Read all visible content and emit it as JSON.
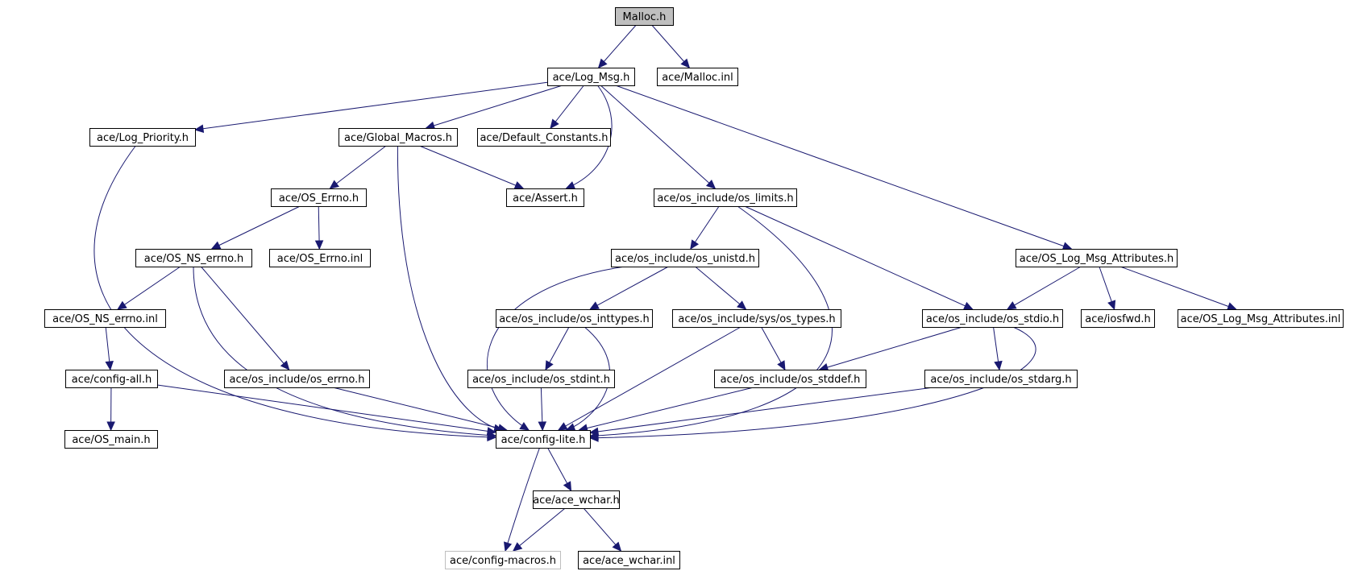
{
  "graph": {
    "nodes": [
      {
        "id": "malloc_h",
        "label": "Malloc.h",
        "style": "root"
      },
      {
        "id": "log_msg_h",
        "label": "ace/Log_Msg.h"
      },
      {
        "id": "malloc_inl",
        "label": "ace/Malloc.inl"
      },
      {
        "id": "log_priority_h",
        "label": "ace/Log_Priority.h"
      },
      {
        "id": "global_macros_h",
        "label": "ace/Global_Macros.h"
      },
      {
        "id": "default_constants_h",
        "label": "ace/Default_Constants.h"
      },
      {
        "id": "os_errno_h",
        "label": "ace/OS_Errno.h"
      },
      {
        "id": "assert_h",
        "label": "ace/Assert.h"
      },
      {
        "id": "os_limits_h",
        "label": "ace/os_include/os_limits.h"
      },
      {
        "id": "os_ns_errno_h",
        "label": "ace/OS_NS_errno.h"
      },
      {
        "id": "os_errno_inl",
        "label": "ace/OS_Errno.inl"
      },
      {
        "id": "os_unistd_h",
        "label": "ace/os_include/os_unistd.h"
      },
      {
        "id": "os_log_msg_attributes_h",
        "label": "ace/OS_Log_Msg_Attributes.h"
      },
      {
        "id": "os_ns_errno_inl",
        "label": "ace/OS_NS_errno.inl"
      },
      {
        "id": "os_inttypes_h",
        "label": "ace/os_include/os_inttypes.h"
      },
      {
        "id": "os_types_h",
        "label": "ace/os_include/sys/os_types.h"
      },
      {
        "id": "os_stdio_h",
        "label": "ace/os_include/os_stdio.h"
      },
      {
        "id": "iosfwd_h",
        "label": "ace/iosfwd.h"
      },
      {
        "id": "os_log_msg_attributes_inl",
        "label": "ace/OS_Log_Msg_Attributes.inl"
      },
      {
        "id": "config_all_h",
        "label": "ace/config-all.h"
      },
      {
        "id": "os_include_os_errno_h",
        "label": "ace/os_include/os_errno.h"
      },
      {
        "id": "os_stdint_h",
        "label": "ace/os_include/os_stdint.h"
      },
      {
        "id": "os_stddef_h",
        "label": "ace/os_include/os_stddef.h"
      },
      {
        "id": "os_stdarg_h",
        "label": "ace/os_include/os_stdarg.h"
      },
      {
        "id": "os_main_h",
        "label": "ace/OS_main.h"
      },
      {
        "id": "config_lite_h",
        "label": "ace/config-lite.h"
      },
      {
        "id": "ace_wchar_h",
        "label": "ace/ace_wchar.h"
      },
      {
        "id": "config_macros_h",
        "label": "ace/config-macros.h",
        "style": "muted"
      },
      {
        "id": "ace_wchar_inl",
        "label": "ace/ace_wchar.inl"
      }
    ],
    "edges": [
      {
        "from": "malloc_h",
        "to": "log_msg_h"
      },
      {
        "from": "malloc_h",
        "to": "malloc_inl"
      },
      {
        "from": "log_msg_h",
        "to": "log_priority_h"
      },
      {
        "from": "log_msg_h",
        "to": "global_macros_h"
      },
      {
        "from": "log_msg_h",
        "to": "default_constants_h"
      },
      {
        "from": "log_msg_h",
        "to": "assert_h"
      },
      {
        "from": "log_msg_h",
        "to": "os_limits_h"
      },
      {
        "from": "log_msg_h",
        "to": "os_log_msg_attributes_h"
      },
      {
        "from": "log_priority_h",
        "to": "config_lite_h"
      },
      {
        "from": "global_macros_h",
        "to": "os_errno_h"
      },
      {
        "from": "global_macros_h",
        "to": "assert_h"
      },
      {
        "from": "global_macros_h",
        "to": "config_lite_h"
      },
      {
        "from": "os_errno_h",
        "to": "os_ns_errno_h"
      },
      {
        "from": "os_errno_h",
        "to": "os_errno_inl"
      },
      {
        "from": "os_ns_errno_h",
        "to": "os_ns_errno_inl"
      },
      {
        "from": "os_ns_errno_h",
        "to": "os_include_os_errno_h"
      },
      {
        "from": "os_ns_errno_h",
        "to": "config_lite_h"
      },
      {
        "from": "os_ns_errno_inl",
        "to": "config_all_h"
      },
      {
        "from": "config_all_h",
        "to": "os_main_h"
      },
      {
        "from": "config_all_h",
        "to": "config_lite_h"
      },
      {
        "from": "os_include_os_errno_h",
        "to": "config_lite_h"
      },
      {
        "from": "os_limits_h",
        "to": "os_unistd_h"
      },
      {
        "from": "os_limits_h",
        "to": "os_stdio_h"
      },
      {
        "from": "os_limits_h",
        "to": "config_lite_h"
      },
      {
        "from": "os_unistd_h",
        "to": "os_inttypes_h"
      },
      {
        "from": "os_unistd_h",
        "to": "os_types_h"
      },
      {
        "from": "os_unistd_h",
        "to": "config_lite_h"
      },
      {
        "from": "os_inttypes_h",
        "to": "os_stdint_h"
      },
      {
        "from": "os_inttypes_h",
        "to": "config_lite_h"
      },
      {
        "from": "os_stdint_h",
        "to": "config_lite_h"
      },
      {
        "from": "os_types_h",
        "to": "os_stddef_h"
      },
      {
        "from": "os_types_h",
        "to": "config_lite_h"
      },
      {
        "from": "os_stddef_h",
        "to": "config_lite_h"
      },
      {
        "from": "os_log_msg_attributes_h",
        "to": "os_stdio_h"
      },
      {
        "from": "os_log_msg_attributes_h",
        "to": "iosfwd_h"
      },
      {
        "from": "os_log_msg_attributes_h",
        "to": "os_log_msg_attributes_inl"
      },
      {
        "from": "os_stdio_h",
        "to": "os_stddef_h"
      },
      {
        "from": "os_stdio_h",
        "to": "os_stdarg_h"
      },
      {
        "from": "os_stdio_h",
        "to": "config_lite_h"
      },
      {
        "from": "os_stdarg_h",
        "to": "config_lite_h"
      },
      {
        "from": "config_lite_h",
        "to": "ace_wchar_h"
      },
      {
        "from": "config_lite_h",
        "to": "config_macros_h"
      },
      {
        "from": "ace_wchar_h",
        "to": "config_macros_h"
      },
      {
        "from": "ace_wchar_h",
        "to": "ace_wchar_inl"
      }
    ]
  }
}
